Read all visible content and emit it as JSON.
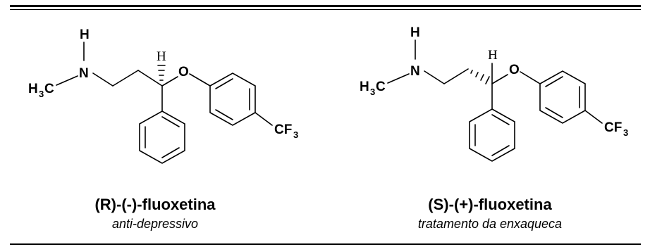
{
  "molecules": [
    {
      "name": "(R)-(-)-fluoxetina",
      "use": "anti-depressivo",
      "atoms": {
        "h_top": "H",
        "n": "N",
        "methyl": "H",
        "methyl_sub": "3",
        "methyl_c": "C",
        "chiral_h": "H",
        "o": "O",
        "cf3": "CF",
        "cf3_sub": "3"
      }
    },
    {
      "name": "(S)-(+)-fluoxetina",
      "use": "tratamento da enxaqueca",
      "atoms": {
        "h_top": "H",
        "n": "N",
        "methyl": "H",
        "methyl_sub": "3",
        "methyl_c": "C",
        "chiral_h": "H",
        "o": "O",
        "cf3": "CF",
        "cf3_sub": "3"
      }
    }
  ]
}
